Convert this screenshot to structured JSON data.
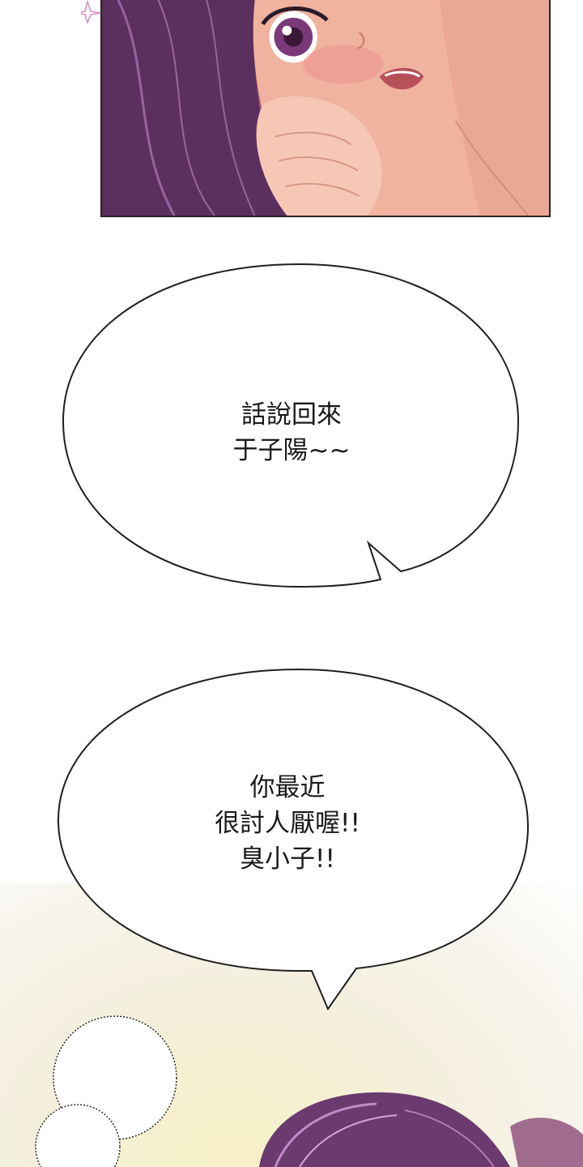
{
  "bubble1": {
    "lines": [
      "話說回來",
      "于子陽~~"
    ]
  },
  "bubble2": {
    "lines": [
      "你最近",
      "很討人厭喔!!",
      "臭小子!!"
    ]
  },
  "colors": {
    "bubble_stroke": "#1f1f1f",
    "hair": "#6a3a6e",
    "skin": "#f2b9a4",
    "eye": "#7a3a7a",
    "background_glow": "#f7f0c6"
  }
}
